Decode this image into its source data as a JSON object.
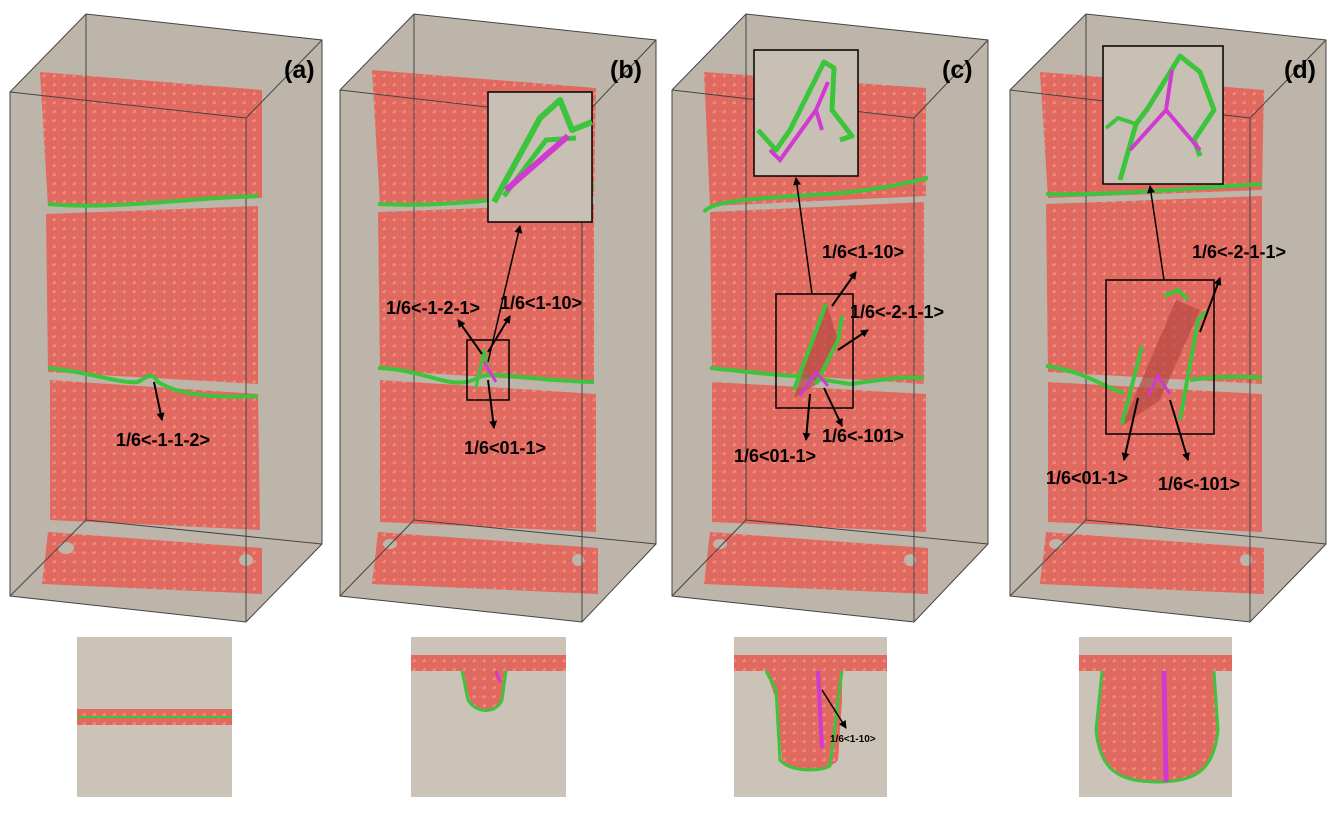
{
  "panels": [
    {
      "label": "(a)",
      "vectors": [
        "1/6<-1-1-2>"
      ]
    },
    {
      "label": "(b)",
      "vectors": [
        "1/6<-1-2-1>",
        "1/6<1-10>",
        "1/6<01-1>"
      ]
    },
    {
      "label": "(c)",
      "vectors": [
        "1/6<1-10>",
        "1/6<-2-1-1>",
        "1/6<-101>",
        "1/6<01-1>"
      ]
    },
    {
      "label": "(d)",
      "vectors": [
        "1/6<-2-1-1>",
        "1/6<01-1>",
        "1/6<-101>"
      ]
    }
  ],
  "bottom_views": [
    {
      "vectors": []
    },
    {
      "vectors": []
    },
    {
      "vectors": [
        "1/6<1-10>"
      ]
    },
    {
      "vectors": []
    }
  ],
  "colors": {
    "atom": "#d65f55",
    "box": "#bfb7ab",
    "shockley_partial": "#3cc53c",
    "stair_rod": "#d03ad0"
  }
}
